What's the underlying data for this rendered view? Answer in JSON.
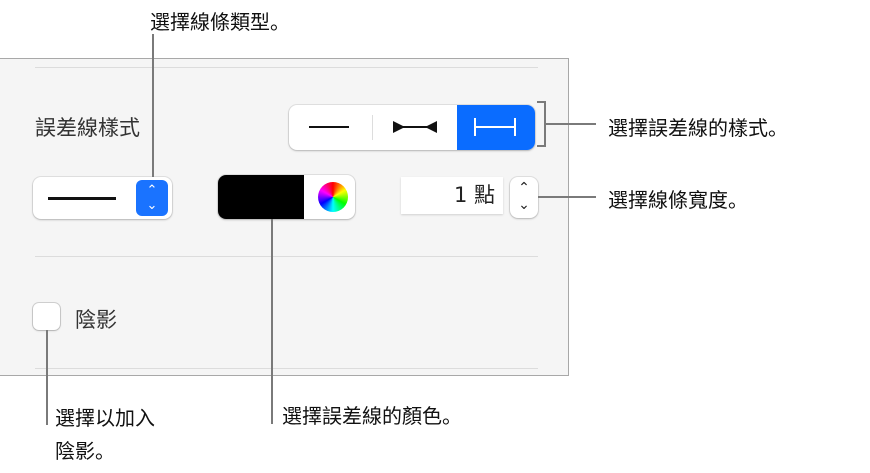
{
  "callouts": {
    "line_type": "選擇線條類型。",
    "style": "選擇誤差線的樣式。",
    "width": "選擇線條寬度。",
    "shadow_1": "選擇以加入",
    "shadow_2": "陰影。",
    "color": "選擇誤差線的顏色。"
  },
  "panel": {
    "section_label": "誤差線樣式",
    "style_options": [
      "plain-line",
      "arrow-caps",
      "bar-caps"
    ],
    "selected_style": "bar-caps",
    "width_value": "1 點",
    "color_value": "#000000",
    "shadow_label": "陰影",
    "shadow_checked": false,
    "accent": "#0a6cff"
  }
}
